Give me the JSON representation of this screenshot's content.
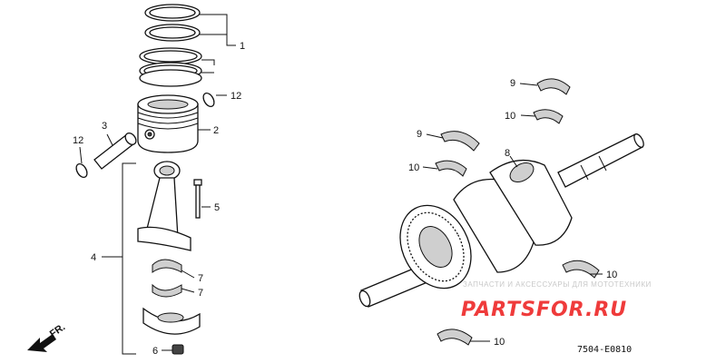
{
  "diagram": {
    "drawing_code": "7504-E0810",
    "front_marker": "FR.",
    "watermark": {
      "caption": "ЗАПЧАСТИ И АКСЕССУАРЫ ДЛЯ МОТОТЕХНИКИ",
      "logo": "PARTSFOR.RU"
    },
    "callouts": [
      {
        "id": "c1",
        "number": "1",
        "part": "piston-rings"
      },
      {
        "id": "c2",
        "number": "2",
        "part": "piston"
      },
      {
        "id": "c3",
        "number": "3",
        "part": "piston-pin"
      },
      {
        "id": "c4",
        "number": "4",
        "part": "connecting-rod-assembly"
      },
      {
        "id": "c5",
        "number": "5",
        "part": "rod-bolt"
      },
      {
        "id": "c6",
        "number": "6",
        "part": "rod-nut"
      },
      {
        "id": "c7a",
        "number": "7",
        "part": "rod-bearing-upper"
      },
      {
        "id": "c7b",
        "number": "7",
        "part": "rod-bearing-lower"
      },
      {
        "id": "c8",
        "number": "8",
        "part": "crankshaft"
      },
      {
        "id": "c9a",
        "number": "9",
        "part": "main-bearing-upper"
      },
      {
        "id": "c9b",
        "number": "9",
        "part": "main-bearing-upper"
      },
      {
        "id": "c10a",
        "number": "10",
        "part": "main-bearing-lower"
      },
      {
        "id": "c10b",
        "number": "10",
        "part": "main-bearing-lower"
      },
      {
        "id": "c10c",
        "number": "10",
        "part": "main-bearing-lower"
      },
      {
        "id": "c10d",
        "number": "10",
        "part": "main-bearing-lower"
      },
      {
        "id": "c12a",
        "number": "12",
        "part": "pin-clip"
      },
      {
        "id": "c12b",
        "number": "12",
        "part": "pin-clip"
      }
    ]
  }
}
